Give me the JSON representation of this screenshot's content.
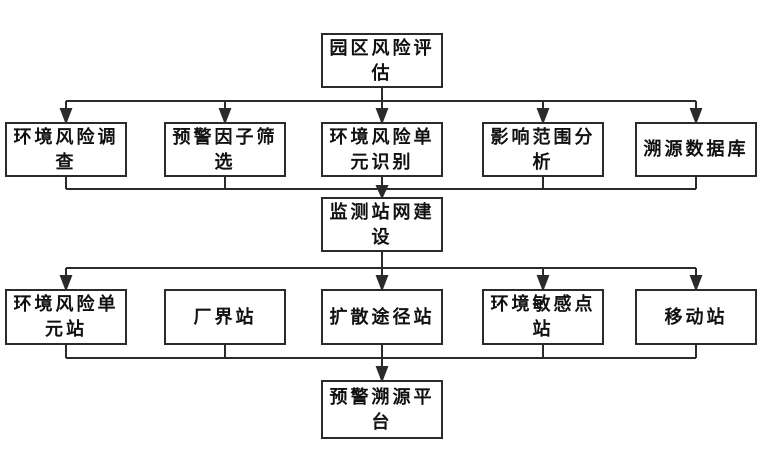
{
  "flowchart": {
    "root": {
      "label": "园区风险评估"
    },
    "level1": [
      {
        "label": "环境风险调查"
      },
      {
        "label": "预警因子筛选"
      },
      {
        "label": "环境风险单元识别"
      },
      {
        "label": "影响范围分析"
      },
      {
        "label": "溯源数据库"
      }
    ],
    "mid": {
      "label": "监测站网建设"
    },
    "level2": [
      {
        "label": "环境风险单元站"
      },
      {
        "label": "厂界站"
      },
      {
        "label": "扩散途径站"
      },
      {
        "label": "环境敏感点站"
      },
      {
        "label": "移动站"
      }
    ],
    "bottom": {
      "label": "预警溯源平台"
    },
    "edges": [
      {
        "from": "园区风险评估",
        "to": [
          "环境风险调查",
          "预警因子筛选",
          "环境风险单元识别",
          "影响范围分析",
          "溯源数据库"
        ]
      },
      {
        "from": [
          "环境风险调查",
          "预警因子筛选",
          "环境风险单元识别",
          "影响范围分析",
          "溯源数据库"
        ],
        "to": "监测站网建设"
      },
      {
        "from": "监测站网建设",
        "to": [
          "环境风险单元站",
          "扩散途径站",
          "环境敏感点站",
          "移动站"
        ]
      },
      {
        "from": [
          "环境风险单元站",
          "厂界站",
          "扩散途径站",
          "环境敏感点站",
          "移动站"
        ],
        "to": "预警溯源平台"
      }
    ],
    "colors": {
      "line": "#2b2b2b",
      "box_border": "#2b2b2b",
      "box_fill": "#ffffff",
      "text": "#111111",
      "background": "#ffffff"
    }
  }
}
